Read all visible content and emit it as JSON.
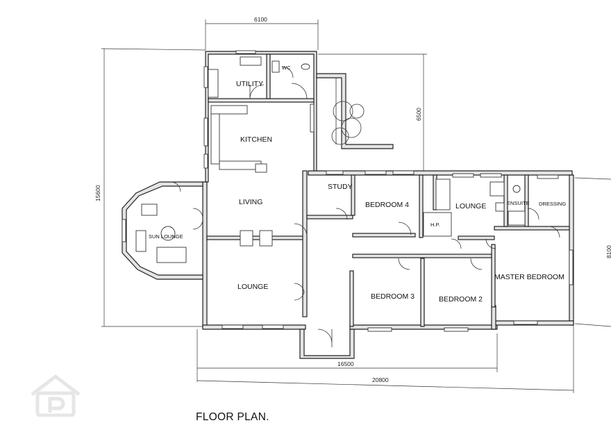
{
  "title": "FLOOR PLAN.",
  "rooms": {
    "utility": "UTILITY",
    "wc": "WC",
    "kitchen": "KITCHEN",
    "living": "LIVING",
    "sun_lounge": "SUN LOUNGE",
    "lounge_main": "LOUNGE",
    "study": "STUDY",
    "bedroom4": "BEDROOM 4",
    "bedroom3": "BEDROOM 3",
    "bedroom2": "BEDROOM 2",
    "lounge_east": "LOUNGE",
    "ensuite": "ENSUITE",
    "dressing": "DRESSING",
    "master_bedroom": "MASTER BEDROOM",
    "hp": "H.P."
  },
  "dimensions": {
    "top_width": "6100",
    "left_depth": "15600",
    "patio_depth": "6500",
    "front_width": "16500",
    "overall_width": "20800",
    "right_cut": "8100"
  },
  "watermark_icon": "property-logo-icon"
}
